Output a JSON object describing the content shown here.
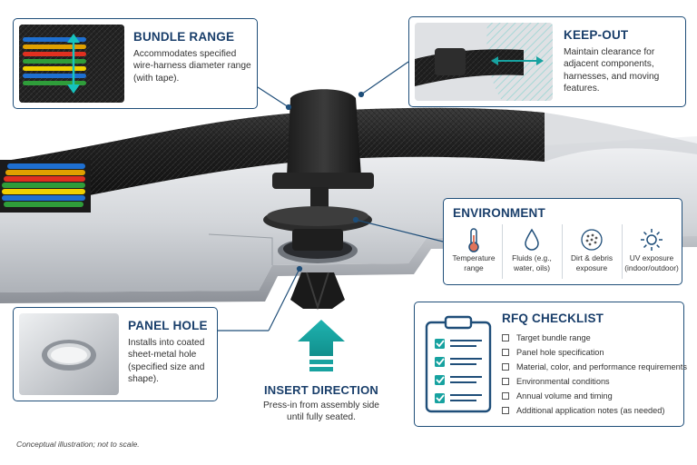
{
  "bundle_range": {
    "title": "BUNDLE RANGE",
    "desc": "Accommodates specified wire-harness diameter range (with tape)."
  },
  "keep_out": {
    "title": "KEEP-OUT",
    "desc": "Maintain clearance for adjacent components, harnesses, and moving features."
  },
  "environment": {
    "title": "ENVIRONMENT",
    "items": [
      {
        "label": "Temperature range",
        "icon": "thermometer-icon"
      },
      {
        "label": "Fluids (e.g., water, oils)",
        "icon": "droplet-icon"
      },
      {
        "label": "Dirt & debris exposure",
        "icon": "debris-icon"
      },
      {
        "label": "UV exposure (indoor/outdoor)",
        "icon": "sun-icon"
      }
    ]
  },
  "panel_hole": {
    "title": "PANEL HOLE",
    "desc": "Installs into coated sheet-metal hole (specified size and shape)."
  },
  "insert_direction": {
    "title": "INSERT DIRECTION",
    "desc": "Press-in from assembly side until fully seated."
  },
  "rfq": {
    "title": "RFQ CHECKLIST",
    "items": [
      "Target bundle range",
      "Panel hole specification",
      "Material, color, and performance requirements",
      "Environmental conditions",
      "Annual volume and timing",
      "Additional application notes (as needed)"
    ]
  },
  "footnote": "Conceptual illustration; not to scale.",
  "colors": {
    "accent": "#1f4e79",
    "teal": "#17a2a0",
    "title": "#1a3f6b"
  }
}
